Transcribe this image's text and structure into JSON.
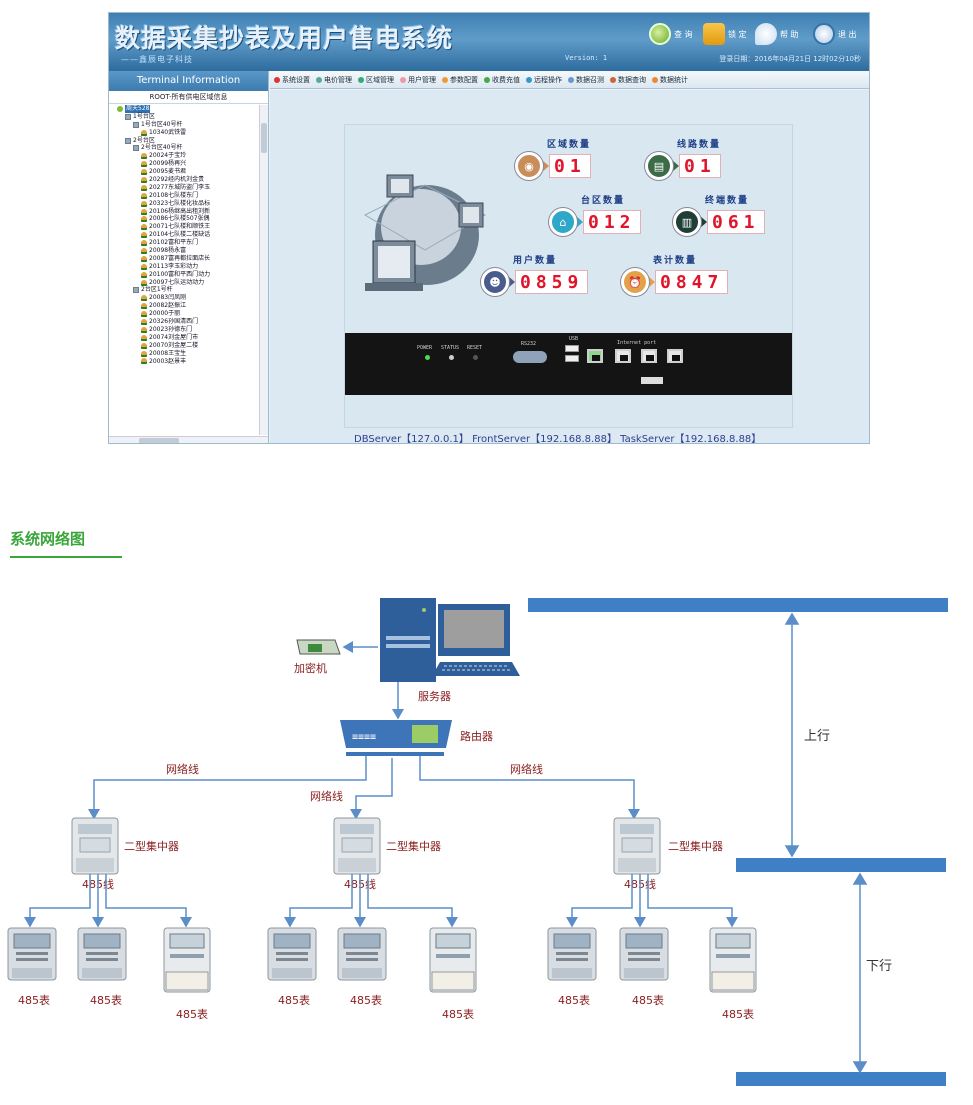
{
  "app": {
    "title": "数据采集抄表及用户售电系统",
    "subtitle": "——鑫辰电子科技",
    "version": "Version: 1",
    "login_info": "登录日期：2016年04月21日 12时02分10秒",
    "top_buttons": [
      {
        "icon": "search-icon",
        "label": "查 询"
      },
      {
        "icon": "lock-icon",
        "label": "锁 定"
      },
      {
        "icon": "help-icon",
        "label": "帮 助"
      },
      {
        "icon": "exit-icon",
        "label": "退 出"
      }
    ]
  },
  "sidebar": {
    "header": "Terminal Information",
    "root": "ROOT-所有供电区域信息",
    "tree": [
      {
        "level": 1,
        "icon": "gbox",
        "text": "周天528",
        "selected": true
      },
      {
        "level": 2,
        "icon": "folder",
        "text": "1号台区"
      },
      {
        "level": 3,
        "icon": "folder",
        "text": "1号台区40号杆"
      },
      {
        "level": 4,
        "icon": "user",
        "text": "10340武铁雷"
      },
      {
        "level": 2,
        "icon": "folder",
        "text": "2号台区"
      },
      {
        "level": 3,
        "icon": "folder",
        "text": "2号台区40号杆"
      },
      {
        "level": 4,
        "icon": "user",
        "text": "20024于宝玲"
      },
      {
        "level": 4,
        "icon": "user",
        "text": "20099杨再兴"
      },
      {
        "level": 4,
        "icon": "user",
        "text": "20095麦书君"
      },
      {
        "level": 4,
        "icon": "user",
        "text": "20292经内机刘金贵"
      },
      {
        "level": 4,
        "icon": "user",
        "text": "20277东城防盗门李玉"
      },
      {
        "level": 4,
        "icon": "user",
        "text": "20108七队楼东门"
      },
      {
        "level": 4,
        "icon": "user",
        "text": "20323七队楼化妆品标"
      },
      {
        "level": 4,
        "icon": "user",
        "text": "20106杨继高出租刘新"
      },
      {
        "level": 4,
        "icon": "user",
        "text": "20086七队楼507张偶"
      },
      {
        "level": 4,
        "icon": "user",
        "text": "20071七队楼和顺铁王"
      },
      {
        "level": 4,
        "icon": "user",
        "text": "20104七队楼二楼缺话"
      },
      {
        "level": 4,
        "icon": "user",
        "text": "20102富和平东门"
      },
      {
        "level": 4,
        "icon": "user",
        "text": "20098杨永富"
      },
      {
        "level": 4,
        "icon": "user",
        "text": "20087富再都拉面店长"
      },
      {
        "level": 4,
        "icon": "user",
        "text": "20113李玉彩动力"
      },
      {
        "level": 4,
        "icon": "user",
        "text": "20100富和平西门动力"
      },
      {
        "level": 4,
        "icon": "user",
        "text": "20097七队运动动力"
      },
      {
        "level": 3,
        "icon": "folder",
        "text": "2台区1号杆"
      },
      {
        "level": 4,
        "icon": "user",
        "text": "20083闫凤刚"
      },
      {
        "level": 4,
        "icon": "user",
        "text": "20082赵振江"
      },
      {
        "level": 4,
        "icon": "user",
        "text": "20000于丽"
      },
      {
        "level": 4,
        "icon": "user",
        "text": "20326孙国清西门"
      },
      {
        "level": 4,
        "icon": "user",
        "text": "20023孙德东门"
      },
      {
        "level": 4,
        "icon": "user",
        "text": "20074刘金屋门市"
      },
      {
        "level": 4,
        "icon": "user",
        "text": "20070刘金屋二楼"
      },
      {
        "level": 4,
        "icon": "user",
        "text": "20008王宝生"
      },
      {
        "level": 4,
        "icon": "user",
        "text": "20003赵景丰"
      }
    ]
  },
  "menu": [
    {
      "label": "系统设置",
      "color": "#d33"
    },
    {
      "label": "电价管理",
      "color": "#5a9"
    },
    {
      "label": "区域管理",
      "color": "#3a7"
    },
    {
      "label": "用户管理",
      "color": "#e9a"
    },
    {
      "label": "参数配置",
      "color": "#e93"
    },
    {
      "label": "收费充值",
      "color": "#4a4"
    },
    {
      "label": "远程操作",
      "color": "#39c"
    },
    {
      "label": "数据召测",
      "color": "#69c"
    },
    {
      "label": "数据查询",
      "color": "#c63"
    },
    {
      "label": "数据统计",
      "color": "#e83"
    }
  ],
  "stats": [
    {
      "label": "区域数量",
      "value": "01",
      "badge_color": "#c98d5a",
      "icon": "globe-icon"
    },
    {
      "label": "线路数量",
      "value": "01",
      "badge_color": "#3b6b47",
      "icon": "line-icon"
    },
    {
      "label": "台区数量",
      "value": "012",
      "badge_color": "#2ea7c8",
      "icon": "home-icon"
    },
    {
      "label": "终端数量",
      "value": "061",
      "badge_color": "#1f3f36",
      "icon": "terminal-icon"
    },
    {
      "label": "用户数量",
      "value": "0859",
      "badge_color": "#4a5c8c",
      "icon": "user-icon"
    },
    {
      "label": "表计数量",
      "value": "0847",
      "badge_color": "#e3a14a",
      "icon": "meter-icon"
    }
  ],
  "hardware": {
    "power": "POWER",
    "status": "STATUS",
    "reset": "RESET",
    "rs232": "RS232",
    "usb": "USB",
    "internet": "Internet port"
  },
  "servers": "DBServer【127.0.0.1】 FrontServer【192.168.8.88】 TaskServer【192.168.8.88】",
  "section_title": "系统网络图",
  "diagram": {
    "encryptor": "加密机",
    "server": "服务器",
    "router": "路由器",
    "cable": "网络线",
    "concentrator": "二型集中器",
    "bus": "485线",
    "meter": "485表",
    "uplink": "上行",
    "downlink": "下行"
  }
}
